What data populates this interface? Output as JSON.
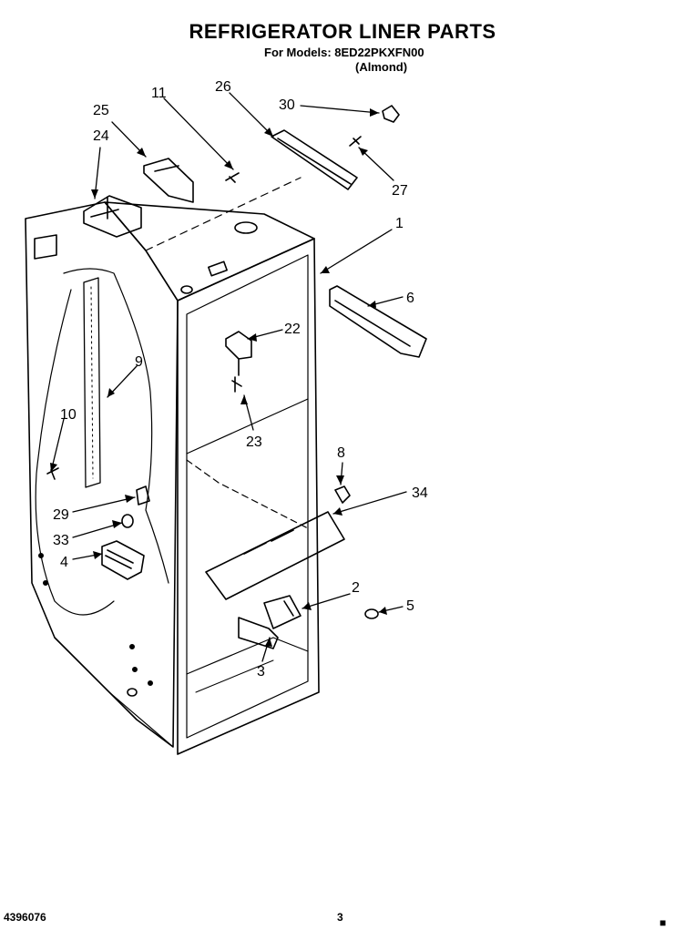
{
  "title": "REFRIGERATOR LINER PARTS",
  "models_line": "For Models: 8ED22PKXFN00",
  "variant": "(Almond)",
  "callouts": [
    "11",
    "26",
    "30",
    "25",
    "24",
    "27",
    "1",
    "6",
    "22",
    "9",
    "10",
    "23",
    "8",
    "34",
    "29",
    "33",
    "4",
    "2",
    "5",
    "3"
  ],
  "footer": {
    "doc_number": "4396076",
    "page_number": "3",
    "corner_mark": "■"
  }
}
